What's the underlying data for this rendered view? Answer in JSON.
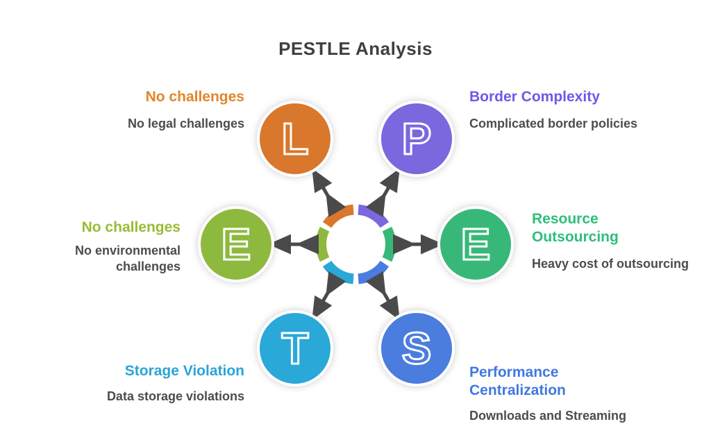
{
  "title": "PESTLE Analysis",
  "colors": {
    "title_text": "#3f3f3f",
    "sub_text": "#4c4c4c",
    "arrow": "#4a4a4a",
    "background": "#ffffff"
  },
  "nodes": [
    {
      "id": "legal",
      "letter": "L",
      "circle_color": "#d9772c",
      "heading_color": "#e2862b",
      "heading": "No challenges",
      "sub": "No legal challenges",
      "position": "top-left",
      "angle": 120
    },
    {
      "id": "political",
      "letter": "P",
      "circle_color": "#7b68de",
      "heading_color": "#6a5ae8",
      "heading": "Border Complexity",
      "sub": "Complicated border policies",
      "position": "top-right",
      "angle": 60
    },
    {
      "id": "economic",
      "letter": "E",
      "circle_color": "#38b878",
      "heading_color": "#2ebe7a",
      "heading": "Resource Outsourcing",
      "sub": "Heavy cost of outsourcing",
      "position": "right",
      "angle": 0
    },
    {
      "id": "environmental",
      "letter": "E",
      "circle_color": "#8eb93f",
      "heading_color": "#9abb36",
      "heading": "No challenges",
      "sub": "No environmental challenges",
      "position": "left",
      "angle": 180
    },
    {
      "id": "technological",
      "letter": "T",
      "circle_color": "#2aa8d8",
      "heading_color": "#2aa4d7",
      "heading": "Storage Violation",
      "sub": "Data storage violations",
      "position": "bottom-left",
      "angle": 240
    },
    {
      "id": "social",
      "letter": "S",
      "circle_color": "#4b7dde",
      "heading_color": "#4178e0",
      "heading": "Performance Centralization",
      "sub": "Downloads and Streaming",
      "position": "bottom-right",
      "angle": 300
    }
  ],
  "hub": {
    "description": "donut ring with six colored segments matching node colors",
    "segment_span_degrees": 52
  }
}
